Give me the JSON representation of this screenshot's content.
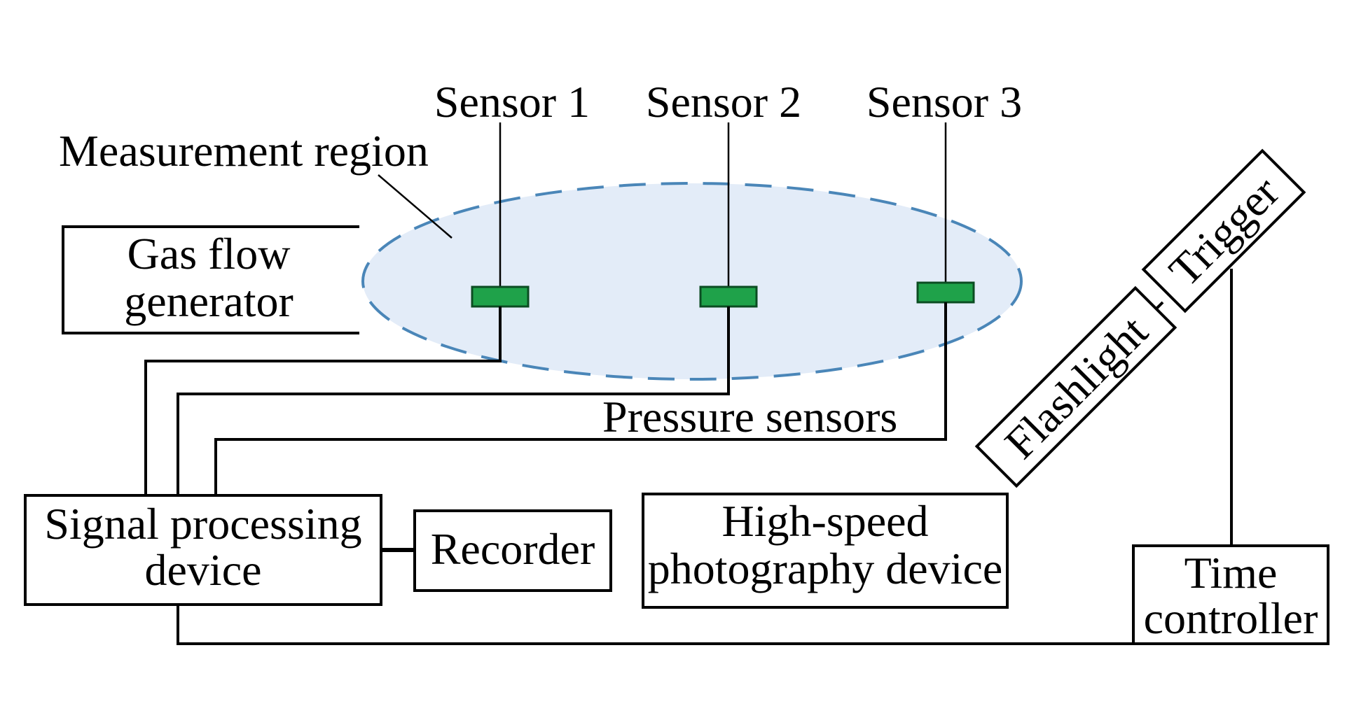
{
  "colors": {
    "region_fill": "#e3ecf8",
    "region_stroke": "#4a86b8",
    "sensor_fill": "#1fa24a",
    "sensor_stroke": "#0b4d22",
    "line": "#000000"
  },
  "labels": {
    "sensor1": "Sensor 1",
    "sensor2": "Sensor 2",
    "sensor3": "Sensor 3",
    "measurement_region": "Measurement region",
    "pressure_sensors": "Pressure sensors"
  },
  "boxes": {
    "gas_flow_generator": [
      "Gas flow",
      "generator"
    ],
    "signal_processing": [
      "Signal processing",
      "device"
    ],
    "recorder": [
      "Recorder"
    ],
    "high_speed": [
      "High-speed",
      "photography device"
    ],
    "time_controller": [
      "Time",
      "controller"
    ],
    "trigger": [
      "Trigger"
    ],
    "flashlight": [
      "Flashlight"
    ]
  }
}
